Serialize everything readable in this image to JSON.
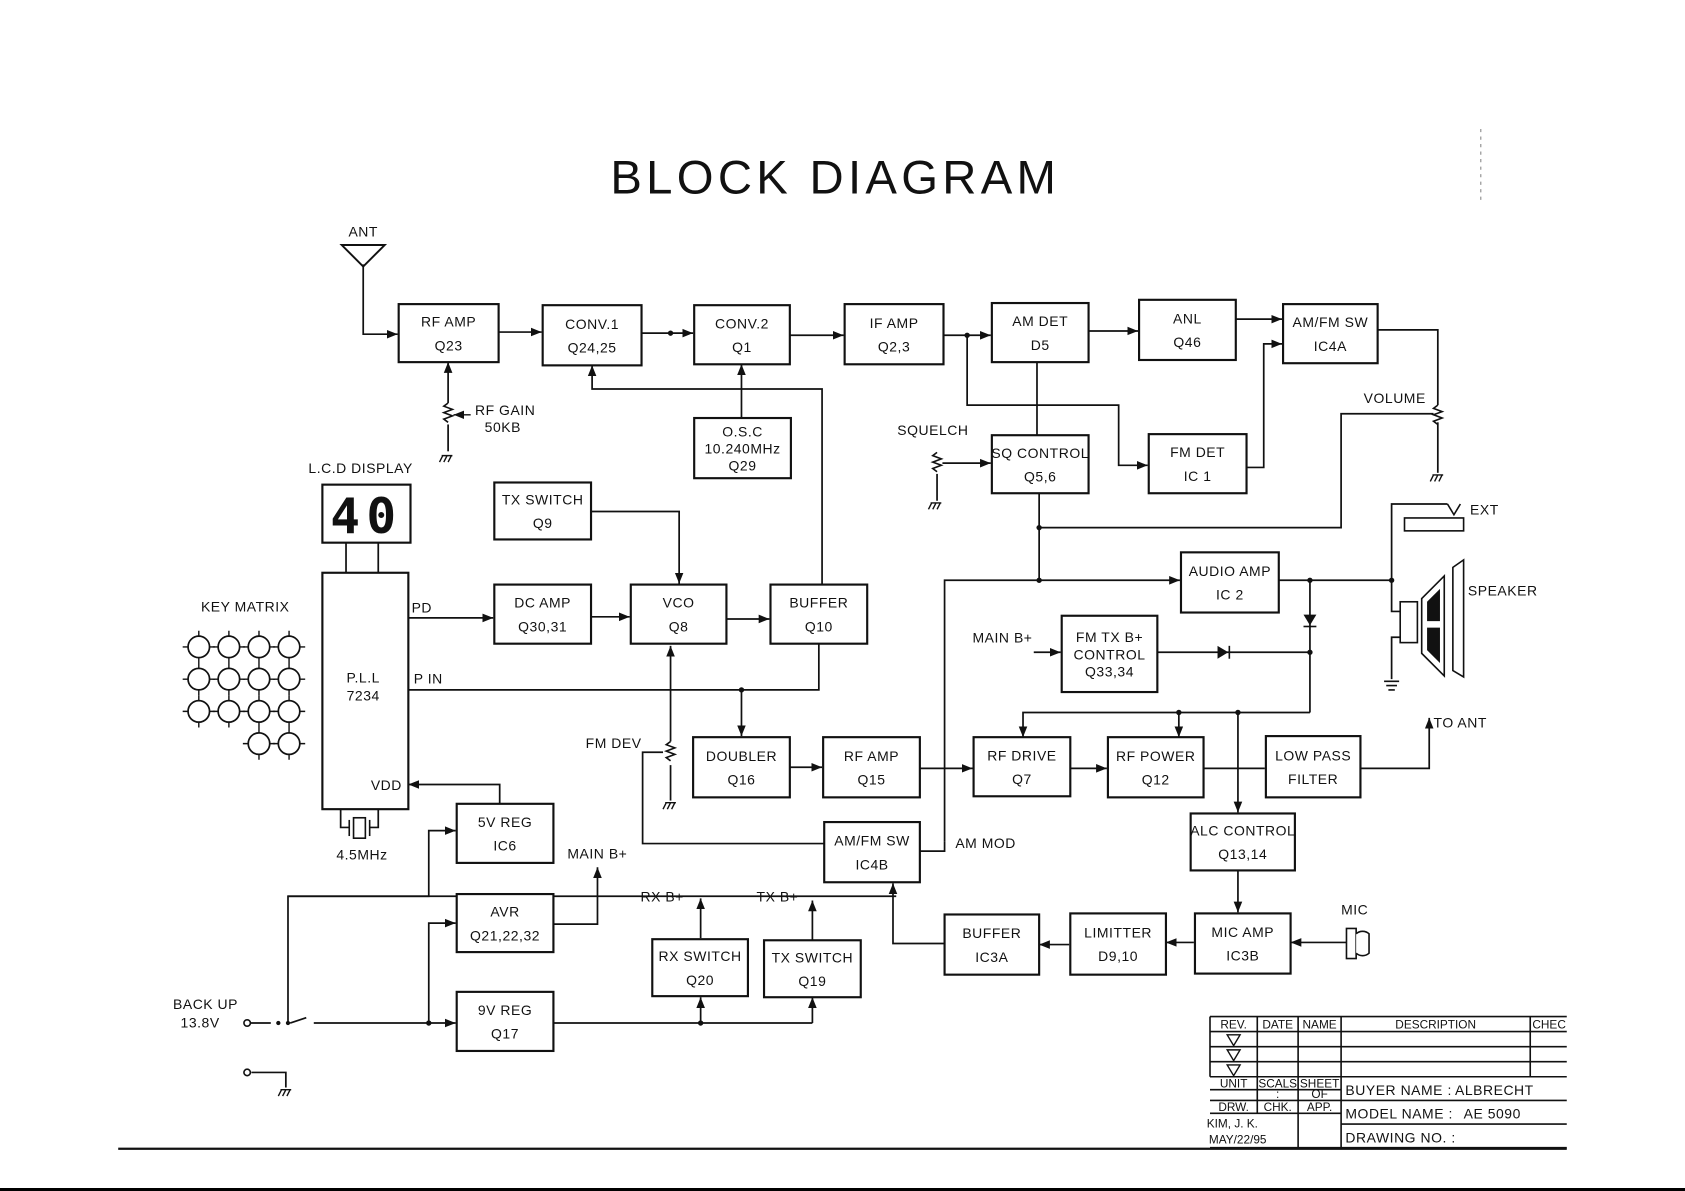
{
  "title": "BLOCK DIAGRAM",
  "blocks": {
    "rf_amp_rx": {
      "name": "RF AMP",
      "part": "Q23"
    },
    "conv1": {
      "name": "CONV.1",
      "part": "Q24,25"
    },
    "conv2": {
      "name": "CONV.2",
      "part": "Q1"
    },
    "if_amp": {
      "name": "IF AMP",
      "part": "Q2,3"
    },
    "am_det": {
      "name": "AM DET",
      "part": "D5"
    },
    "anl": {
      "name": "ANL",
      "part": "Q46"
    },
    "am_fm_sw_a": {
      "name": "AM/FM SW",
      "part": "IC4A"
    },
    "osc": {
      "name": "O.S.C",
      "freq": "10.240MHz",
      "part": "Q29"
    },
    "sq_control": {
      "name": "SQ CONTROL",
      "part": "Q5,6"
    },
    "fm_det": {
      "name": "FM DET",
      "part": "IC 1"
    },
    "tx_switch_q9": {
      "name": "TX SWITCH",
      "part": "Q9"
    },
    "dc_amp": {
      "name": "DC AMP",
      "part": "Q30,31"
    },
    "vco": {
      "name": "VCO",
      "part": "Q8"
    },
    "buffer_q10": {
      "name": "BUFFER",
      "part": "Q10"
    },
    "audio_amp": {
      "name": "AUDIO AMP",
      "part": "IC 2"
    },
    "fm_tx_control": {
      "name1": "FM TX B+",
      "name2": "CONTROL",
      "part": "Q33,34"
    },
    "pll": {
      "name": "P.L.L",
      "part": "7234"
    },
    "doubler": {
      "name": "DOUBLER",
      "part": "Q16"
    },
    "rf_amp_tx": {
      "name": "RF AMP",
      "part": "Q15"
    },
    "rf_drive": {
      "name": "RF DRIVE",
      "part": "Q7"
    },
    "rf_power": {
      "name": "RF POWER",
      "part": "Q12"
    },
    "low_pass": {
      "name": "LOW PASS",
      "part": "FILTER"
    },
    "alc_control": {
      "name": "ALC CONTROL",
      "part": "Q13,14"
    },
    "reg_5v": {
      "name": "5V REG",
      "part": "IC6"
    },
    "am_fm_sw_b": {
      "name": "AM/FM SW",
      "part": "IC4B"
    },
    "avr": {
      "name": "AVR",
      "part": "Q21,22,32"
    },
    "rx_switch": {
      "name": "RX SWITCH",
      "part": "Q20"
    },
    "tx_switch_q19": {
      "name": "TX SWITCH",
      "part": "Q19"
    },
    "buffer_ic3a": {
      "name": "BUFFER",
      "part": "IC3A"
    },
    "limitter": {
      "name": "LIMITTER",
      "part": "D9,10"
    },
    "mic_amp": {
      "name": "MIC AMP",
      "part": "IC3B"
    },
    "reg_9v": {
      "name": "9V REG",
      "part": "Q17"
    }
  },
  "labels": {
    "ant": "ANT",
    "rf_gain": "RF GAIN",
    "rf_gain_value": "50KB",
    "lcd_display": "L.C.D DISPLAY",
    "lcd_value": "40",
    "key_matrix": "KEY MATRIX",
    "pd": "PD",
    "p_in": "P IN",
    "vdd": "VDD",
    "crystal": "4.5MHz",
    "squelch": "SQUELCH",
    "volume": "VOLUME",
    "ext": "EXT",
    "speaker": "SPEAKER",
    "main_b_plus_1": "MAIN B+",
    "main_b_plus_2": "MAIN B+",
    "to_ant": "TO ANT",
    "fm_dev": "FM DEV",
    "am_mod": "AM MOD",
    "rx_b_plus": "RX B+",
    "tx_b_plus": "TX B+",
    "mic": "MIC",
    "back_up": "BACK UP",
    "back_up_voltage": "13.8V"
  },
  "title_block": {
    "rev_header": "REV.",
    "date_header": "DATE",
    "name_header": "NAME",
    "description_header": "DESCRIPTION",
    "check_header": "CHEC",
    "unit": "UNIT",
    "scale": "SCALS",
    "scale_value": ":",
    "sheet": "SHEET",
    "sheet_value": "OF",
    "drw": "DRW.",
    "chk": "CHK.",
    "app": "APP.",
    "drawn_by": "KIM, J. K.",
    "drawn_date": "MAY/22/95",
    "buyer_label": "BUYER NAME :",
    "buyer_value": "ALBRECHT",
    "model_label": "MODEL NAME :",
    "model_value": "AE 5090",
    "drawing_label": "DRAWING NO. :",
    "drawing_value": ""
  }
}
